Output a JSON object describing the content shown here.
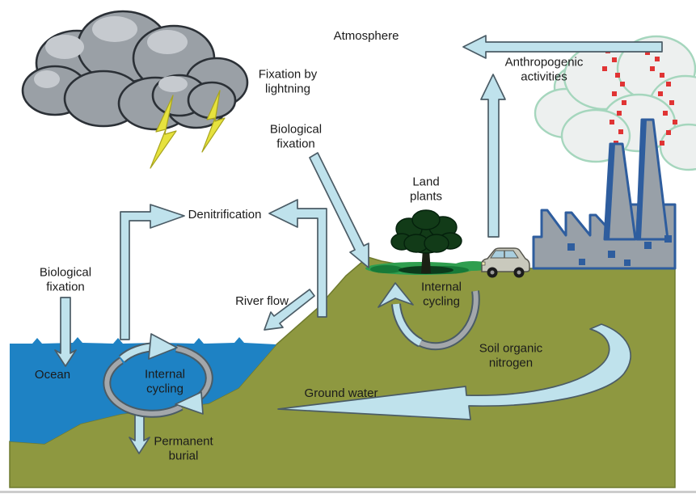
{
  "figure": {
    "name": "nitrogen-cycle-diagram"
  },
  "colors": {
    "ocean": "#1e82c4",
    "land": "#8e9840",
    "land-edge": "#6f7a2e",
    "arrow-fill": "#bfe2ec",
    "arrow-stroke": "#4b5c66",
    "cloud": "#9aa0a6",
    "cloud-light": "#c6cacf",
    "cloud-stroke": "#2b3036",
    "lightning": "#e6e23e",
    "smoke": "#edf0ef",
    "smoke-stroke": "#a5d6bd",
    "dot": "#e03434",
    "factory-blue": "#2e5d9e",
    "factory-gray": "#98a0a8",
    "tree": "#123b18",
    "grass": "#2f9e4f",
    "gray-band": "#a3a7ab"
  },
  "labels": {
    "atmosphere": {
      "text": "Atmosphere"
    },
    "fixation_lightning": {
      "text": "Fixation by\nlightning"
    },
    "biological_fixation_air": {
      "text": "Biological\nfixation"
    },
    "anthropogenic": {
      "text": "Anthropogenic\nactivities"
    },
    "land_plants": {
      "text": "Land\nplants"
    },
    "denitrification": {
      "text": "Denitrification"
    },
    "river_flow": {
      "text": "River flow"
    },
    "biological_fixation_ocean": {
      "text": "Biological\nfixation"
    },
    "ocean": {
      "text": "Ocean"
    },
    "internal_cycling_ocean": {
      "text": "Internal\ncycling"
    },
    "internal_cycling_land": {
      "text": "Internal\ncycling"
    },
    "soil_organic_nitrogen": {
      "text": "Soil organic\nnitrogen"
    },
    "ground_water": {
      "text": "Ground water"
    },
    "permanent_burial": {
      "text": "Permanent\nburial"
    }
  }
}
